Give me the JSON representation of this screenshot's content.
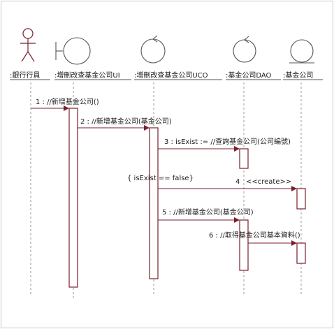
{
  "participants": [
    {
      "label": ":銀行行員",
      "icon": "actor-icon"
    },
    {
      "label": ":增刪改查基金公司UI",
      "icon": "boundary-icon"
    },
    {
      "label": ":增刪改查基金公司UCO",
      "icon": "control-icon"
    },
    {
      "label": ":基金公司DAO",
      "icon": "control-icon"
    },
    {
      "label": ":基金公司",
      "icon": "entity-icon"
    }
  ],
  "messages": [
    {
      "label": "1 : //新增基金公司()"
    },
    {
      "label": "2 : //新增基金公司(基金公司)"
    },
    {
      "label": "3 : isExist := //查詢基金公司(公司編號)"
    },
    {
      "label": "4",
      "stereotype": "<<create>>"
    },
    {
      "label": "5 : //新增基金公司(基金公司)"
    },
    {
      "label": "6 : //取得基金公司基本資料()"
    }
  ],
  "guard": "{ isExist == false}",
  "colors": {
    "line": "#7a1f2b",
    "icon": "#555555",
    "lifeline": "#9a9a9a"
  }
}
